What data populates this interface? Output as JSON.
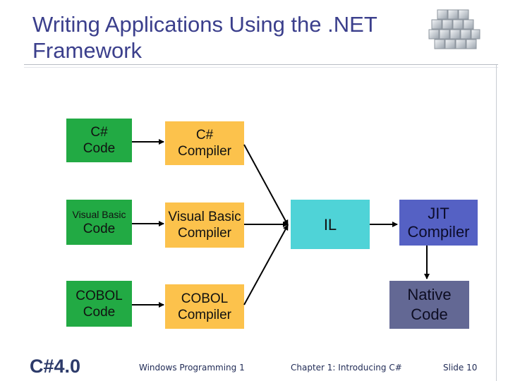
{
  "slide": {
    "title": "Writing Applications Using the .NET Framework"
  },
  "diagram": {
    "sources": [
      {
        "lines": [
          "C#",
          "Code"
        ]
      },
      {
        "line1": "Visual Basic",
        "line2": "Code"
      },
      {
        "lines": [
          "COBOL",
          "Code"
        ]
      }
    ],
    "compilers": [
      {
        "lines": [
          "C#",
          "Compiler"
        ]
      },
      {
        "lines": [
          "Visual Basic",
          "Compiler"
        ]
      },
      {
        "lines": [
          "COBOL",
          "Compiler"
        ]
      }
    ],
    "il": "IL",
    "jit": {
      "lines": [
        "JIT",
        "Compiler"
      ]
    },
    "native": {
      "lines": [
        "Native",
        "Code"
      ]
    },
    "colors": {
      "source": "#22aa44",
      "compiler": "#fcc24c",
      "il": "#4fd3d7",
      "jit": "#5561c4",
      "native": "#636894",
      "title": "#3b3f8c"
    }
  },
  "footer": {
    "brand": "C#4.0",
    "course": "Windows Programming 1",
    "chapter": "Chapter 1: Introducing C#",
    "slide": "Slide 10"
  },
  "icons": {
    "logo": "stacked-cubes-icon"
  }
}
